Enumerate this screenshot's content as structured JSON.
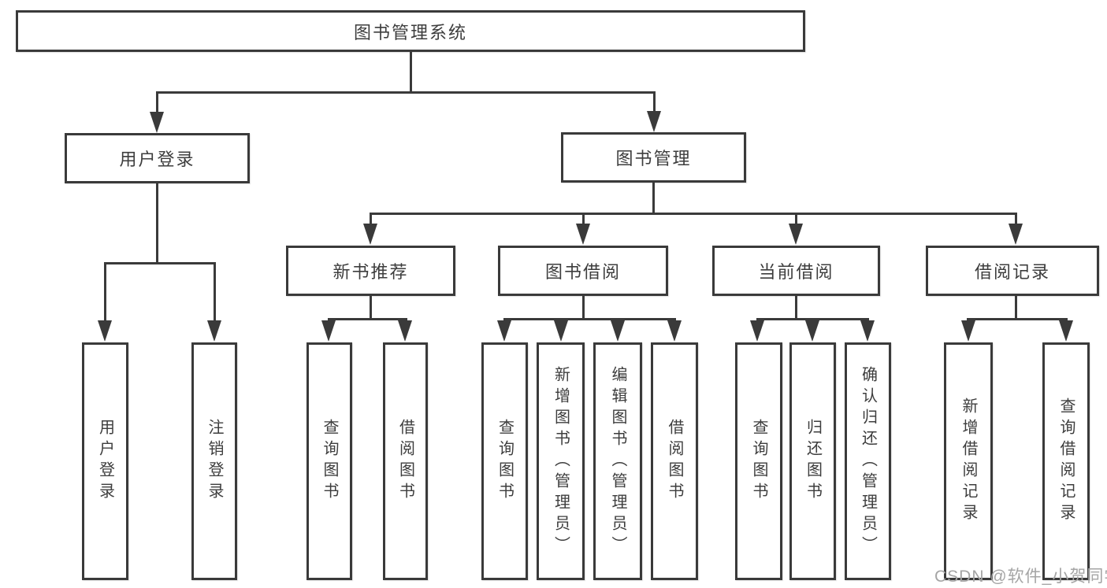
{
  "title": "图书管理系统",
  "watermark": "CSDN @软件_小贺同学",
  "colors": {
    "line": "#3a3a3a",
    "text": "#3d3d3d",
    "background": "#ffffff",
    "watermark": "#a5a5a5"
  },
  "level2": {
    "user_login": "用户登录",
    "book_management": "图书管理"
  },
  "level3": {
    "new_book_recommend": "新书推荐",
    "book_borrow": "图书借阅",
    "current_borrow": "当前借阅",
    "borrow_records": "借阅记录"
  },
  "leaves": {
    "user_login": [
      "用户登录",
      "注销登录"
    ],
    "new_book_recommend": [
      "查询图书",
      "借阅图书"
    ],
    "book_borrow": [
      "查询图书",
      "新增图书（管理员）",
      "编辑图书（管理员）",
      "借阅图书"
    ],
    "current_borrow": [
      "查询图书",
      "归还图书",
      "确认归还（管理员）"
    ],
    "borrow_records": [
      "新增借阅记录",
      "查询借阅记录"
    ]
  }
}
